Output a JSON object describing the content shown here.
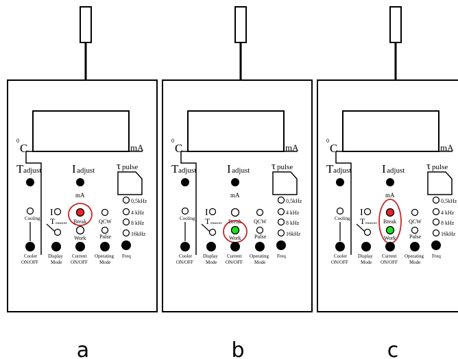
{
  "panels": [
    {
      "caption": "a",
      "labels": {
        "temp": "C",
        "temp_sup": "0",
        "ma_right": "mA",
        "t_adjust_main": "T",
        "t_adjust_sub": "adjust",
        "i_adjust_main": "I",
        "i_adjust_sub": "adjust",
        "tau_main": "τ",
        "tau_sub": "pulse",
        "ma_center": "mA",
        "cooling": "Cooling",
        "i_label": "I",
        "t_measure_main": "T",
        "t_measure_sub": "measure",
        "break": "Break",
        "work": "Work",
        "qcw": "QCW",
        "pulse": "Pulse",
        "freq1": "0,5kHz",
        "freq2": "4 kHz",
        "freq3": "8 kHz",
        "freq4": "16kHz",
        "btn1_l1": "Cooler",
        "btn1_l2": "ON/OFF",
        "btn2_l1": "Display",
        "btn2_l2": "Mode",
        "btn3_l1": "Current",
        "btn3_l2": "ON/OFF",
        "btn4_l1": "Operating",
        "btn4_l2": "Mode",
        "btn5": "Freq"
      },
      "indicators": {
        "break": "red",
        "work": "off"
      },
      "highlight": "break"
    },
    {
      "caption": "b",
      "labels": {
        "temp": "C",
        "temp_sup": "0",
        "ma_right": "mA",
        "t_adjust_main": "T",
        "t_adjust_sub": "adjust",
        "i_adjust_main": "I",
        "i_adjust_sub": "adjust",
        "tau_main": "τ",
        "tau_sub": "pulse",
        "ma_center": "mA",
        "cooling": "Cooling",
        "i_label": "I",
        "t_measure_main": "T",
        "t_measure_sub": "measure",
        "break": "Break",
        "work": "Work",
        "qcw": "QCW",
        "pulse": "Pulse",
        "freq1": "0,5kHz",
        "freq2": "4 kHz",
        "freq3": "8 kHz",
        "freq4": "16kHz",
        "btn1_l1": "Cooler",
        "btn1_l2": "ON/OFF",
        "btn2_l1": "Display",
        "btn2_l2": "Mode",
        "btn3_l1": "Current",
        "btn3_l2": "ON/OFF",
        "btn4_l1": "Operating",
        "btn4_l2": "Mode",
        "btn5": "Freq"
      },
      "indicators": {
        "break": "off",
        "work": "green"
      },
      "highlight": "work"
    },
    {
      "caption": "c",
      "labels": {
        "temp": "C",
        "temp_sup": "0",
        "ma_right": "mA",
        "t_adjust_main": "T",
        "t_adjust_sub": "adjust",
        "i_adjust_main": "I",
        "i_adjust_sub": "adjust",
        "tau_main": "τ",
        "tau_sub": "pulse",
        "ma_center": "mA",
        "cooling": "Cooling",
        "i_label": "I",
        "t_measure_main": "T",
        "t_measure_sub": "measure",
        "break": "Break",
        "work": "Work",
        "qcw": "QCW",
        "pulse": "Pulse",
        "freq1": "0,5kHz",
        "freq2": "4 kHz",
        "freq3": "8 kHz",
        "freq4": "16kHz",
        "btn1_l1": "Cooler",
        "btn1_l2": "ON/OFF",
        "btn2_l1": "Display",
        "btn2_l2": "Mode",
        "btn3_l1": "Current",
        "btn3_l2": "ON/OFF",
        "btn4_l1": "Operating",
        "btn4_l2": "Mode",
        "btn5": "Freq"
      },
      "indicators": {
        "break": "red",
        "work": "green"
      },
      "highlight": "both"
    }
  ],
  "colors": {
    "red_led": "#e8232a",
    "green_led": "#22dd22",
    "highlight": "#c0262b",
    "line": "#000000"
  }
}
